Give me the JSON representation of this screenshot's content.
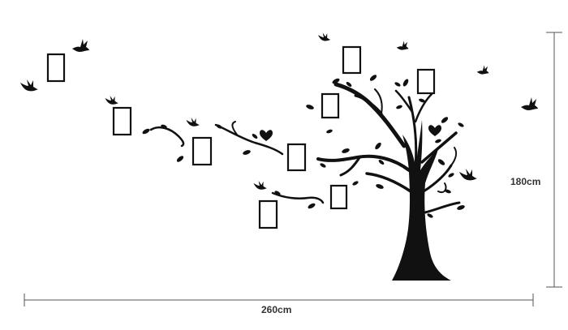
{
  "dimensions": {
    "width_label": "260cm",
    "height_label": "180cm"
  },
  "colors": {
    "ink": "#111111",
    "background": "#ffffff",
    "dimension_line": "#555555"
  },
  "decal": {
    "elements": [
      "tree",
      "branches",
      "photo-frames",
      "birds",
      "leaves",
      "hearts"
    ]
  }
}
